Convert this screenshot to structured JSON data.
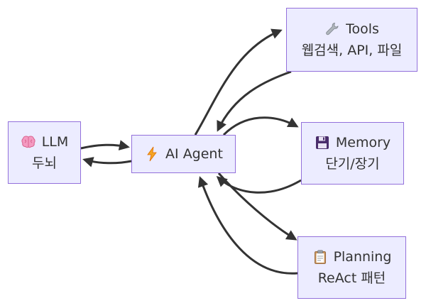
{
  "diagram": {
    "nodes": {
      "llm": {
        "icon": "brain-icon",
        "line1": "LLM",
        "line2": "두뇌"
      },
      "agent": {
        "icon": "lightning-icon",
        "line1": "AI Agent",
        "line2": ""
      },
      "tools": {
        "icon": "wrench-icon",
        "line1": "Tools",
        "line2": "웹검색, API, 파일"
      },
      "memory": {
        "icon": "floppy-disk-icon",
        "line1": "Memory",
        "line2": "단기/장기"
      },
      "planning": {
        "icon": "clipboard-icon",
        "line1": "Planning",
        "line2": "ReAct 패턴"
      }
    },
    "edges": [
      {
        "from": "llm",
        "to": "agent"
      },
      {
        "from": "agent",
        "to": "llm"
      },
      {
        "from": "agent",
        "to": "tools"
      },
      {
        "from": "tools",
        "to": "agent"
      },
      {
        "from": "agent",
        "to": "memory"
      },
      {
        "from": "memory",
        "to": "agent"
      },
      {
        "from": "agent",
        "to": "planning"
      },
      {
        "from": "planning",
        "to": "agent"
      }
    ],
    "colors": {
      "node_fill": "#ececff",
      "node_border": "#9370db",
      "edge": "#333333",
      "text": "#333333"
    }
  }
}
